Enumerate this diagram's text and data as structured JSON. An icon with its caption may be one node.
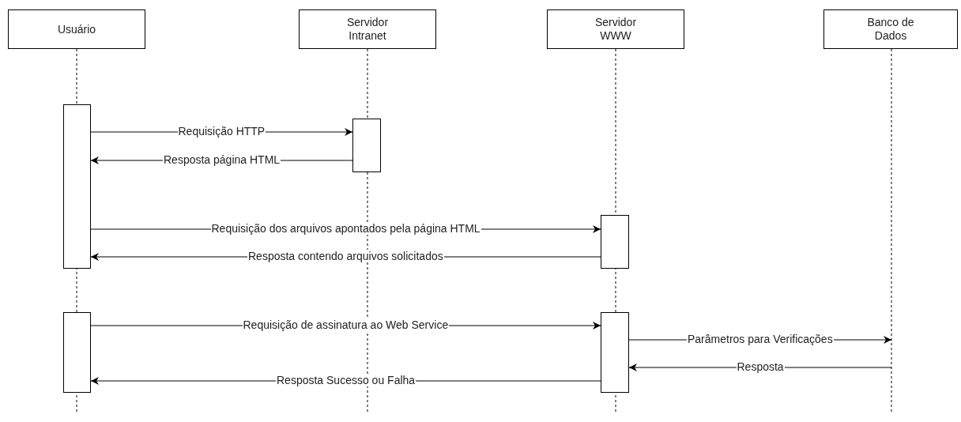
{
  "diagram": {
    "nodes": [
      {
        "text": [
          "Usuário"
        ]
      },
      {
        "text": [
          "Servidor Intranet"
        ]
      },
      {
        "text": [
          "Servidor WWW"
        ]
      },
      {
        "text": [
          "Banco de Dados"
        ]
      },
      {
        "text": [],
        "shape": "bar"
      },
      {
        "text": [],
        "shape": "bar"
      },
      {
        "text": [],
        "shape": "bar"
      },
      {
        "text": [],
        "shape": "bar"
      },
      {
        "text": [],
        "shape": "bar"
      }
    ],
    "edges": [
      {
        "from": 4,
        "to": 5,
        "arrow": "to",
        "label": "Requisição HTTP"
      },
      {
        "from": 5,
        "to": 4,
        "arrow": "to",
        "label": "Resposta página HTML"
      },
      {
        "from": 4,
        "to": 6,
        "arrow": "to",
        "label": "Requisição dos arquivos apontados pela página HTML"
      },
      {
        "from": 6,
        "to": 4,
        "arrow": "to",
        "label": "Resposta contendo arquivos solicitados"
      },
      {
        "from": 7,
        "to": 8,
        "arrow": "to",
        "label": "Requisição de assinatura ao Web Service"
      },
      {
        "from": 8,
        "to": null,
        "arrow": "to",
        "label": "Parâmetros para Verificações"
      },
      {
        "from": null,
        "to": 8,
        "arrow": "to",
        "label": "Resposta"
      },
      {
        "from": 8,
        "to": 7,
        "arrow": "to",
        "label": "Resposta Sucesso ou Falha"
      }
    ]
  }
}
